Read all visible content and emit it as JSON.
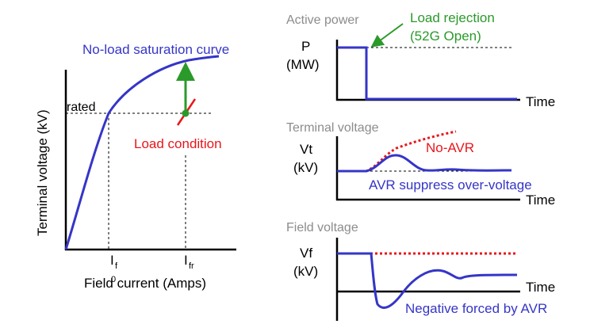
{
  "left_panel": {
    "curve_label": "No-load saturation curve",
    "y_axis_label": "Terminal voltage (kV)",
    "x_axis_label": "Field current (Amps)",
    "rated_label": "rated",
    "load_condition_label": "Load condition",
    "if_label": "I",
    "if_subscript": "f",
    "if_subscript_extra": "0",
    "ifr_label": "I",
    "ifr_subscript": "fr"
  },
  "active_power": {
    "title": "Active power",
    "y_label_1": "P",
    "y_label_2": "(MW)",
    "x_label": "Time",
    "event_label_1": "Load rejection",
    "event_label_2": "(52G Open)"
  },
  "terminal_voltage": {
    "title": "Terminal voltage",
    "y_label_1": "Vt",
    "y_label_2": "(kV)",
    "x_label": "Time",
    "no_avr_label": "No-AVR",
    "avr_label": "AVR suppress over-voltage"
  },
  "field_voltage": {
    "title": "Field voltage",
    "y_label_1": "Vf",
    "y_label_2": "(kV)",
    "x_label": "Time",
    "negative_label": "Negative forced by AVR"
  },
  "colors": {
    "curve": "#3535c8",
    "no_avr": "#e8161b",
    "annotation_green": "#2a9a2a",
    "title_gray": "#8c8c8c"
  }
}
